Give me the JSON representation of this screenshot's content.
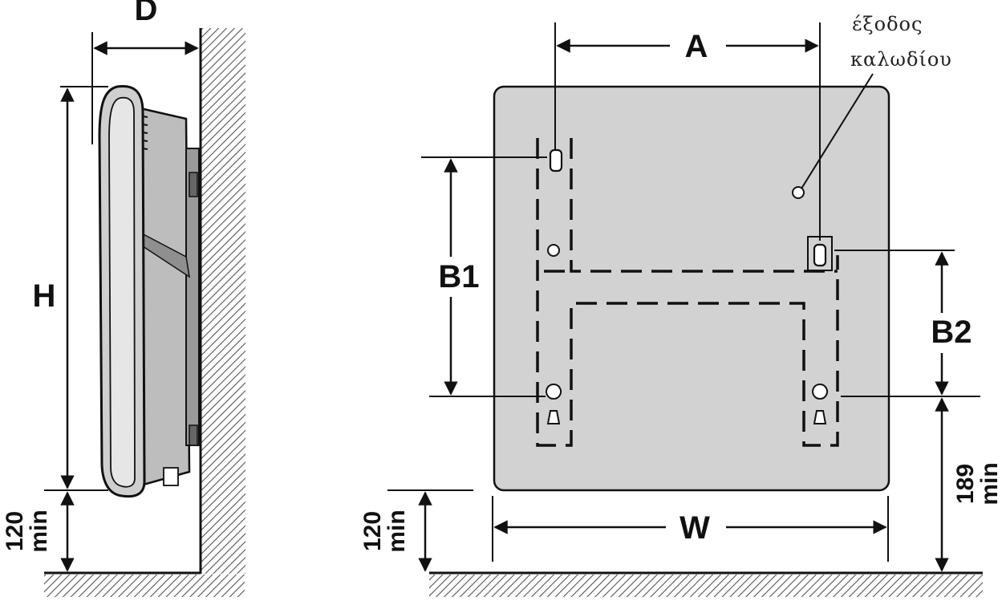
{
  "labels": {
    "d": "D",
    "h": "H",
    "a": "A",
    "w": "W",
    "b1": "B1",
    "b2": "B2"
  },
  "clearances": {
    "floor_side": {
      "value": "120",
      "unit": "min"
    },
    "floor_front": {
      "value": "120",
      "unit": "min"
    },
    "hook_to_floor": {
      "value": "189",
      "unit": "min"
    }
  },
  "cable_exit": {
    "line1": "έξοδος",
    "line2": "καλωδίου"
  },
  "colors": {
    "panel_fill": "#d2d2d2",
    "line": "#111111",
    "hatch": "#555555"
  }
}
